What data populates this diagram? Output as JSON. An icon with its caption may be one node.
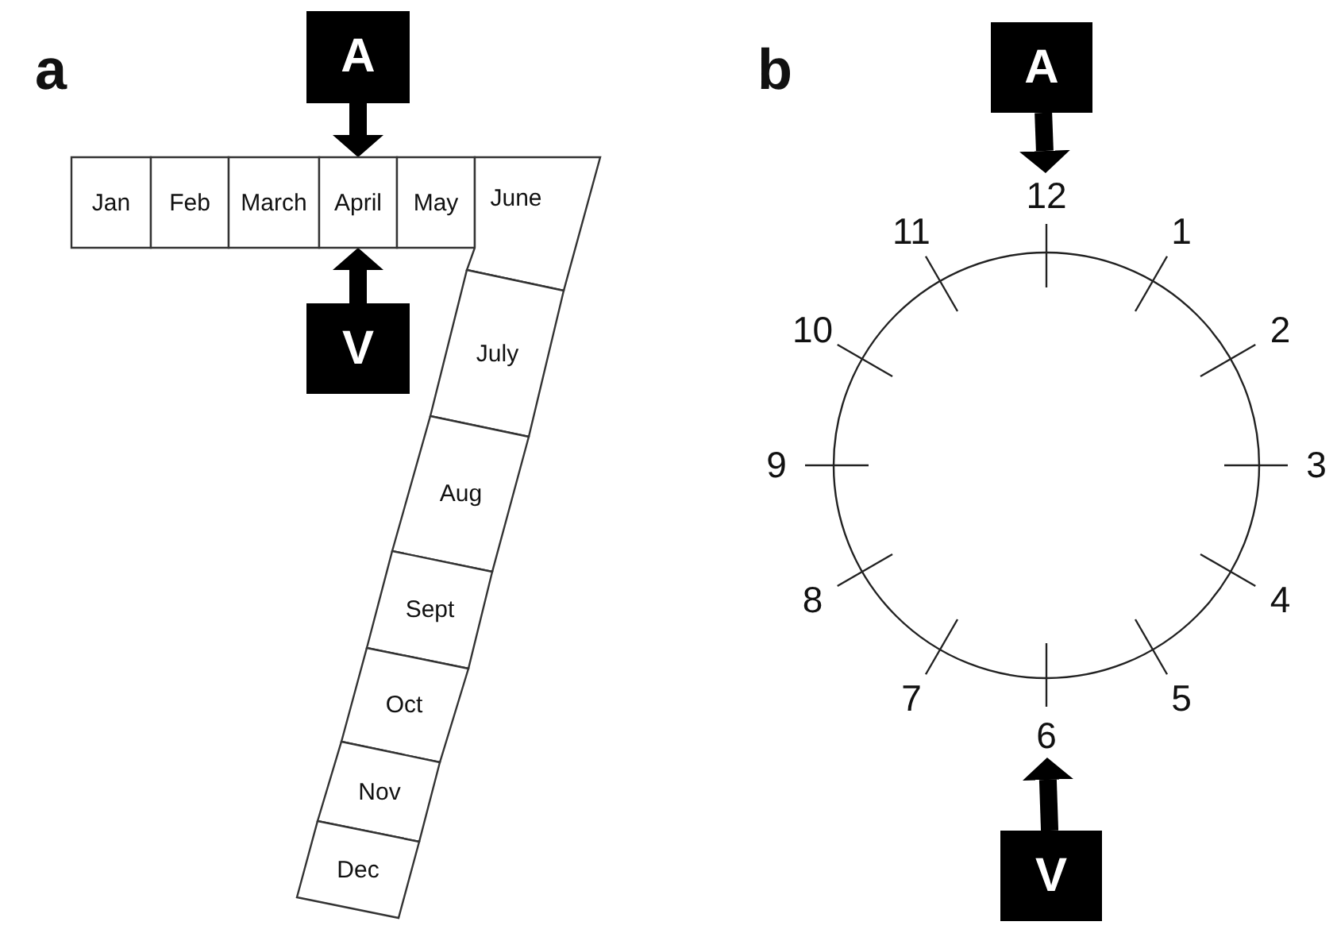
{
  "diagram": {
    "nodes": [
      {
        "text": [
          "A"
        ]
      },
      {
        "text": [
          "V"
        ]
      },
      {
        "text": [
          "Jan"
        ]
      },
      {
        "text": [
          "Feb"
        ]
      },
      {
        "text": [
          "March"
        ]
      },
      {
        "text": [
          "April"
        ]
      },
      {
        "text": [
          "May"
        ]
      },
      {
        "text": [
          "June"
        ]
      },
      {
        "text": [
          "July"
        ]
      },
      {
        "text": [
          "Aug"
        ]
      },
      {
        "text": [
          "Sept"
        ]
      },
      {
        "text": [
          "Oct"
        ]
      },
      {
        "text": [
          "Nov"
        ]
      },
      {
        "text": [
          "Dec"
        ]
      },
      {
        "text": [
          "A"
        ]
      },
      {
        "text": [
          "V"
        ]
      },
      {
        "text": [
          "12"
        ]
      },
      {
        "text": [
          "6"
        ]
      }
    ],
    "edges": [
      {
        "from": 0,
        "to": 5,
        "arrow": "to"
      },
      {
        "from": 1,
        "to": 5,
        "arrow": "to"
      },
      {
        "from": 14,
        "to": 16,
        "arrow": "to"
      },
      {
        "from": 15,
        "to": 17,
        "arrow": "to"
      }
    ],
    "labels": [
      "a",
      "b",
      "11",
      "1",
      "10",
      "2",
      "9",
      "3",
      "8",
      "4",
      "7",
      "5"
    ]
  }
}
